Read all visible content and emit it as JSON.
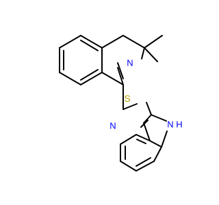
{
  "molecule": {
    "atoms": [
      {
        "label": "N",
        "color": "#0000ff"
      },
      {
        "label": "S",
        "color": "#b8a000"
      },
      {
        "label": "N",
        "color": "#0000ff"
      },
      {
        "label": "N",
        "color": "#0000ff"
      },
      {
        "label": "H",
        "color": "#0000ff"
      }
    ]
  },
  "colors": {
    "background": "#ffffff",
    "bond": "#000000",
    "nitrogen": "#0000ff",
    "sulfur": "#b8a000"
  }
}
